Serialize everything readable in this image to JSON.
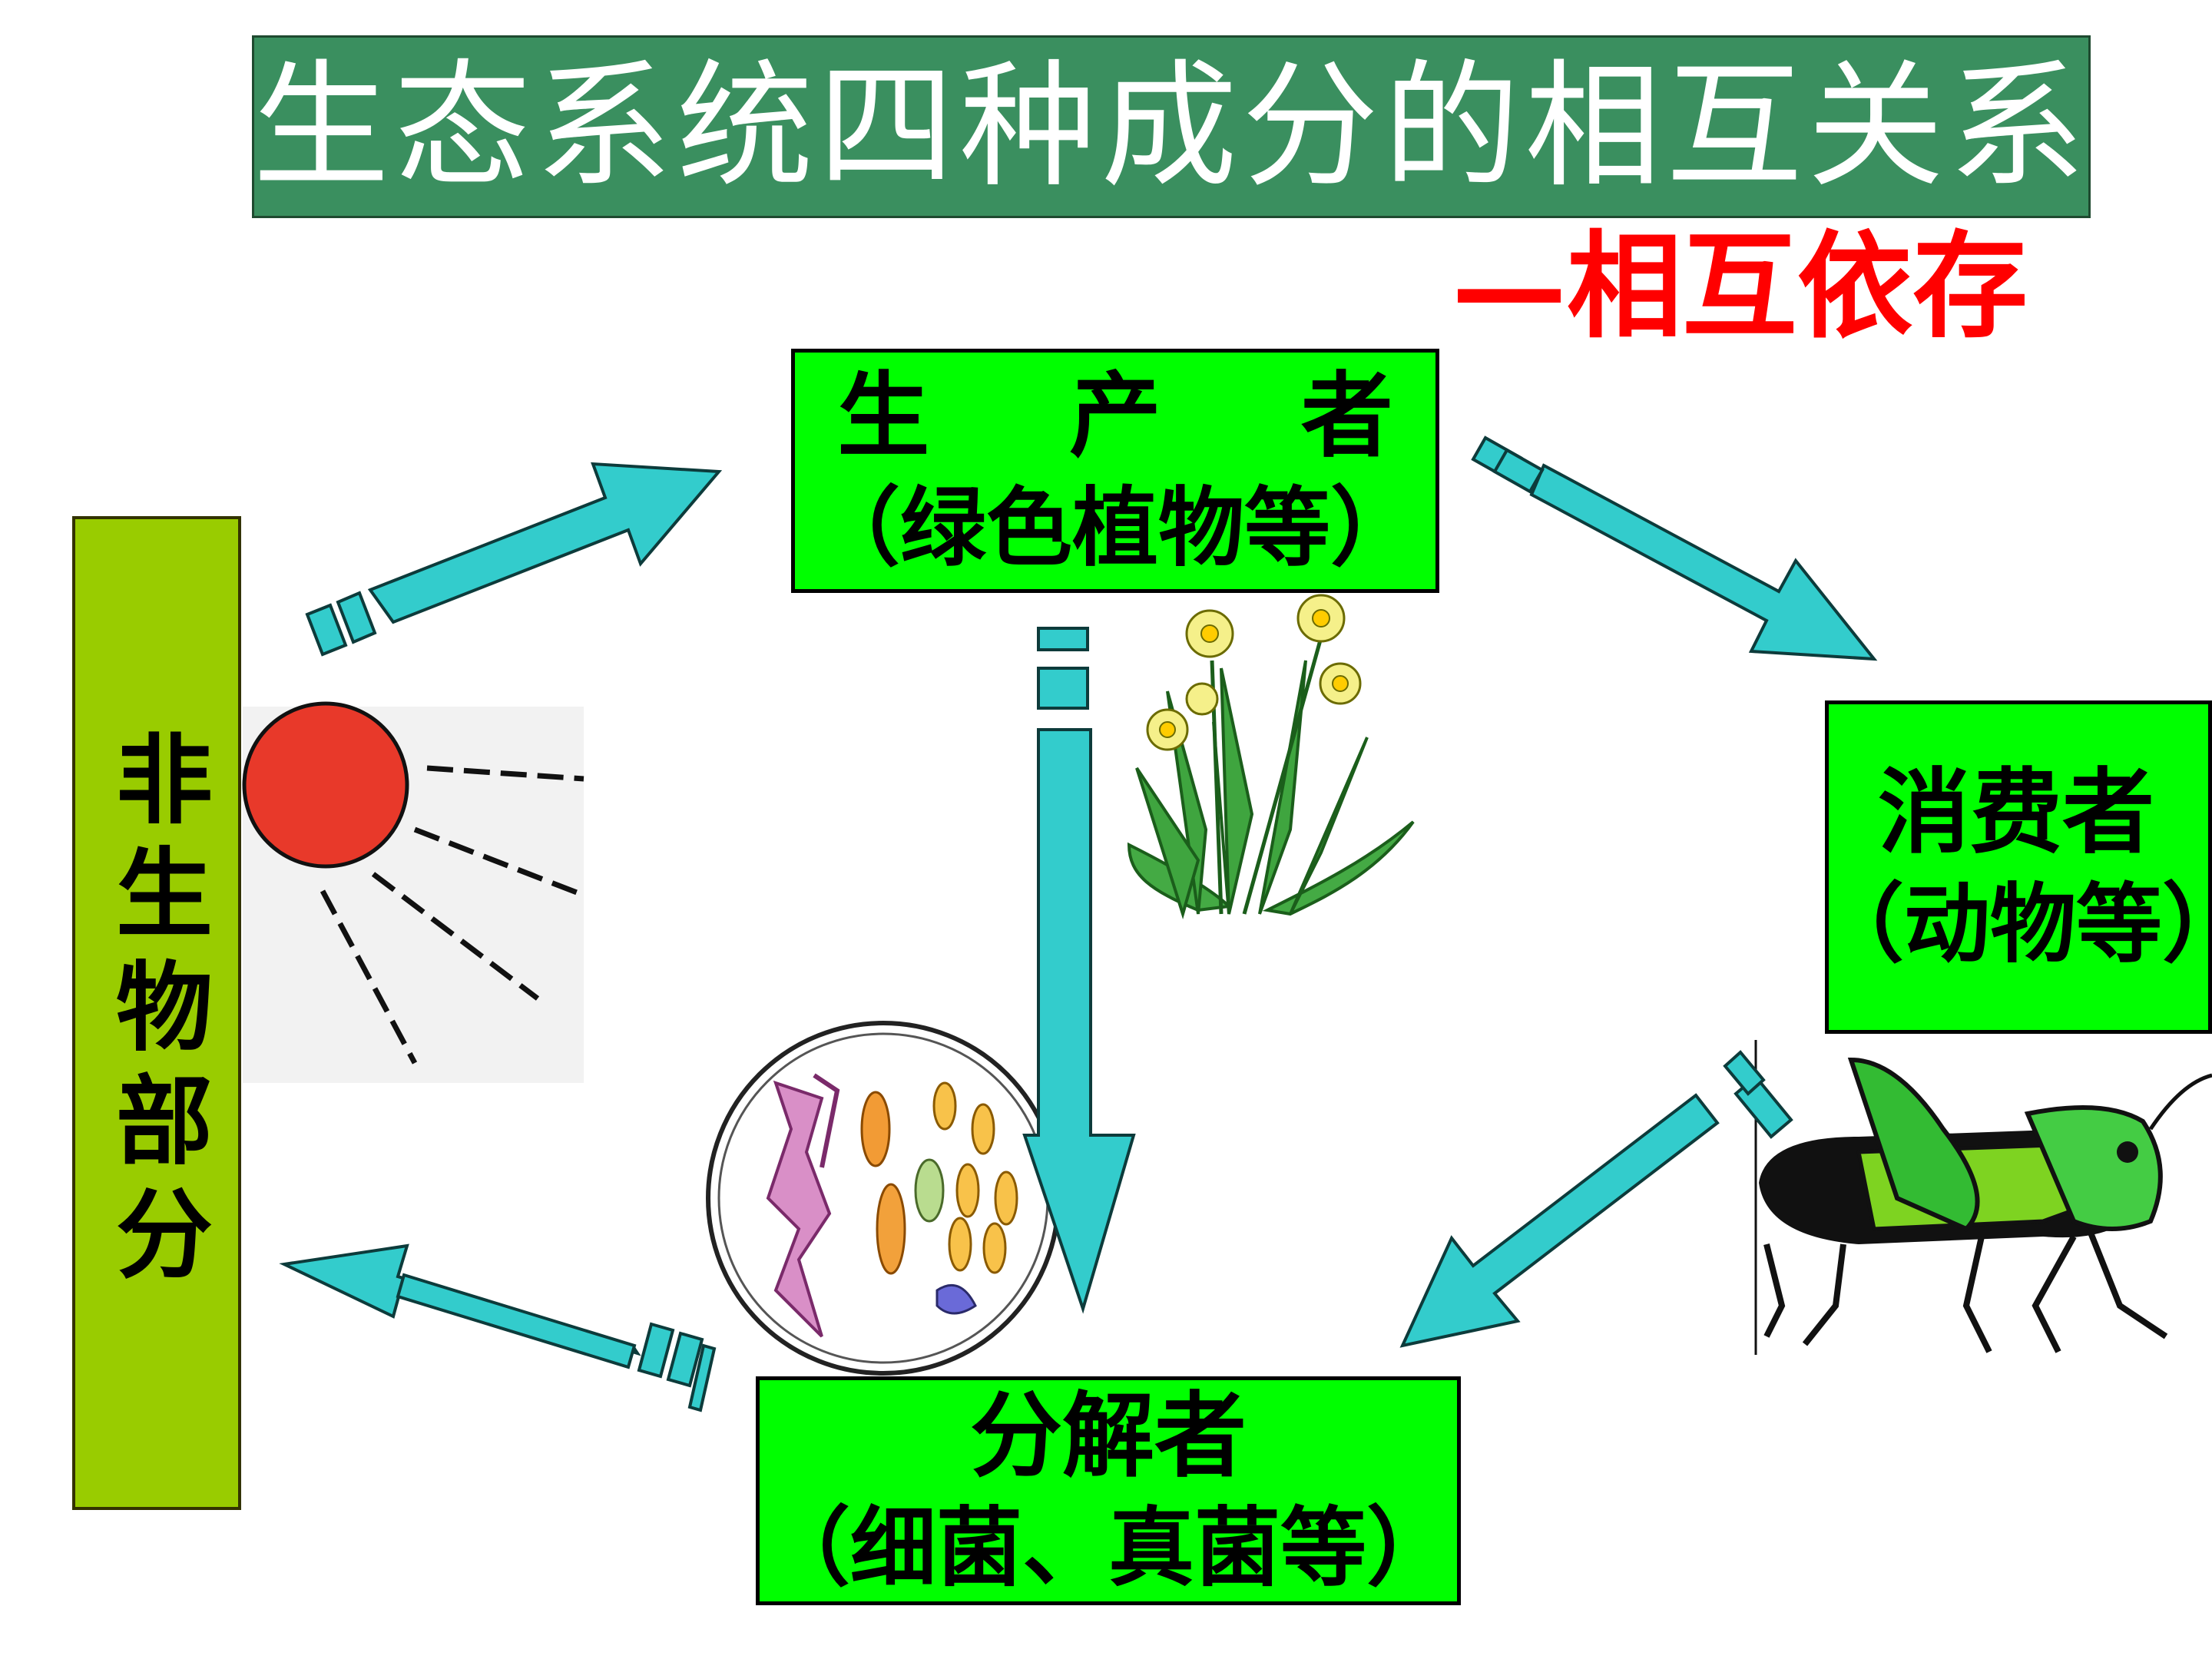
{
  "title": "生态系统四种成分的相互关系",
  "subtitle": "—相互依存",
  "nodes": {
    "producer": {
      "label": "生 产 者",
      "sub": "（绿色植物等）"
    },
    "consumer": {
      "label": "消费者",
      "sub": "（动物等）"
    },
    "decomposer": {
      "label": "分解者",
      "sub": "（细菌、真菌等）"
    },
    "abiotic": {
      "label": "非生物部分"
    }
  },
  "colors": {
    "title_bg": "#3a8f5f",
    "subtitle": "#ff0000",
    "node_bg": "#00ff00",
    "abiotic_bg": "#99cc00",
    "arrow": "#33cccc"
  },
  "icons": [
    "sun-icon",
    "daffodil-icon",
    "bacteria-dish-icon",
    "grasshopper-icon"
  ]
}
